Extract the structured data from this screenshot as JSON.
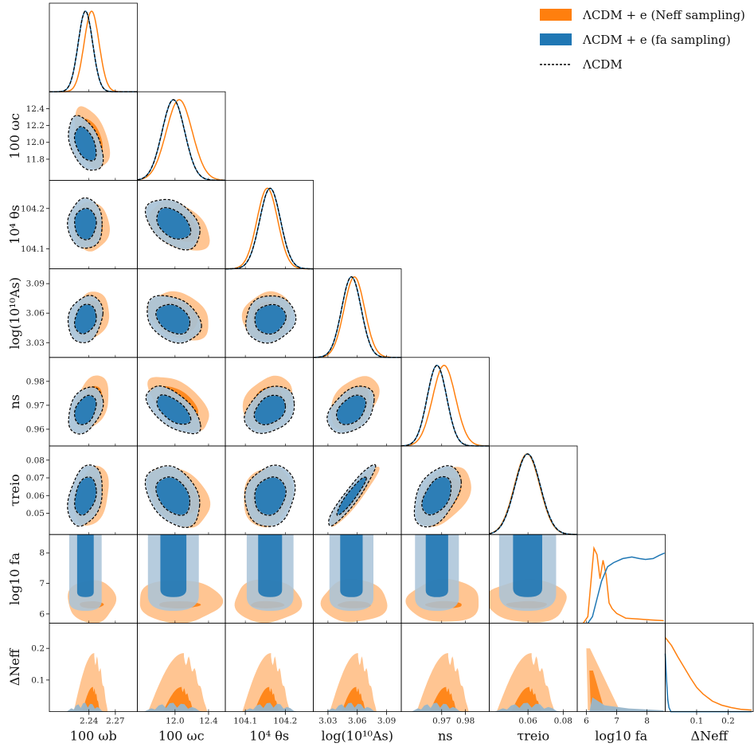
{
  "chart_data": {
    "type": "corner",
    "parameters": [
      {
        "key": "omega_b",
        "label": "100 ωb",
        "range": [
          2.195,
          2.295
        ],
        "ticks": [
          2.24,
          2.27
        ],
        "tick_labels": [
          "2.24",
          "2.27"
        ]
      },
      {
        "key": "omega_cdm",
        "label": "100 ωc",
        "range": [
          11.55,
          12.6
        ],
        "ticks": [
          11.8,
          12.0,
          12.2,
          12.4
        ],
        "tick_labels": [
          "11.8",
          "12.0",
          "12.2",
          "12.4"
        ],
        "x_ticks": [
          12.0,
          12.4
        ],
        "x_tick_labels": [
          "12.0",
          "12.4"
        ]
      },
      {
        "key": "theta_s",
        "label": "10⁴ θs",
        "range": [
          104.05,
          104.27
        ],
        "ticks": [
          104.1,
          104.2
        ],
        "tick_labels": [
          "104.1",
          "104.2"
        ]
      },
      {
        "key": "logA",
        "label": "log(10¹⁰As)",
        "range": [
          3.015,
          3.105
        ],
        "ticks": [
          3.03,
          3.06,
          3.09
        ],
        "tick_labels": [
          "3.03",
          "3.06",
          "3.09"
        ]
      },
      {
        "key": "n_s",
        "label": "ns",
        "range": [
          0.953,
          0.99
        ],
        "ticks": [
          0.96,
          0.97,
          0.98
        ],
        "tick_labels": [
          "0.96",
          "0.97",
          "0.98"
        ],
        "x_ticks": [
          0.97,
          0.98
        ],
        "x_tick_labels": [
          "0.97",
          "0.98"
        ]
      },
      {
        "key": "tau_reio",
        "label": "τreio",
        "range": [
          0.038,
          0.088
        ],
        "ticks": [
          0.05,
          0.06,
          0.07,
          0.08
        ],
        "tick_labels": [
          "0.05",
          "0.06",
          "0.07",
          "0.08"
        ],
        "x_ticks": [
          0.06,
          0.08
        ],
        "x_tick_labels": [
          "0.06",
          "0.08"
        ]
      },
      {
        "key": "log10_fa",
        "label": "log10 fa",
        "range": [
          5.7,
          8.6
        ],
        "ticks": [
          6,
          7,
          8
        ],
        "tick_labels": [
          "6",
          "7",
          "8"
        ]
      },
      {
        "key": "delta_neff",
        "label": "ΔNeff",
        "range": [
          0.0,
          0.28
        ],
        "ticks": [
          0.1,
          0.2
        ],
        "tick_labels": [
          "0.1",
          "0.2"
        ]
      }
    ],
    "series": [
      {
        "name": "ΛCDM + e (Neff sampling)",
        "color": "#ff7f0e",
        "style": "filled",
        "mean": [
          2.243,
          12.05,
          104.155,
          3.057,
          0.971,
          0.0595,
          6.4,
          0.07
        ],
        "sigma": [
          0.0085,
          0.155,
          0.026,
          0.0105,
          0.0048,
          0.0072,
          0.28,
          0.05
        ]
      },
      {
        "name": "ΛCDM + e (fa sampling)",
        "color": "#1f77b4",
        "style": "filled",
        "mean": [
          2.236,
          11.98,
          104.162,
          3.054,
          0.968,
          0.0598,
          7.6,
          0.005
        ],
        "sigma": [
          0.0082,
          0.135,
          0.026,
          0.01,
          0.0041,
          0.0072,
          0.7,
          0.01
        ]
      },
      {
        "name": "ΛCDM",
        "color": "#000000",
        "style": "dashed",
        "mean": [
          2.236,
          11.98,
          104.162,
          3.054,
          0.968,
          0.0598
        ],
        "sigma": [
          0.0082,
          0.135,
          0.026,
          0.01,
          0.0041,
          0.0072
        ]
      }
    ],
    "correlations": {
      "omega_b|omega_cdm": -0.45,
      "omega_b|logA": 0.2,
      "omega_b|n_s": 0.35,
      "omega_b|tau_reio": 0.3,
      "omega_cdm|logA": -0.3,
      "omega_cdm|n_s": -0.6,
      "omega_cdm|tau_reio": -0.35,
      "omega_cdm|theta_s": -0.4,
      "theta_s|logA": 0.1,
      "theta_s|n_s": 0.3,
      "theta_s|tau_reio": 0.15,
      "logA|n_s": 0.4,
      "logA|tau_reio": 0.93,
      "n_s|tau_reio": 0.45
    },
    "legend_position": "top-right",
    "grid": false
  },
  "legend": {
    "entry_1": "ΛCDM + e (Neff sampling)",
    "entry_2": "ΛCDM + e (fa sampling)",
    "entry_3": "ΛCDM"
  }
}
